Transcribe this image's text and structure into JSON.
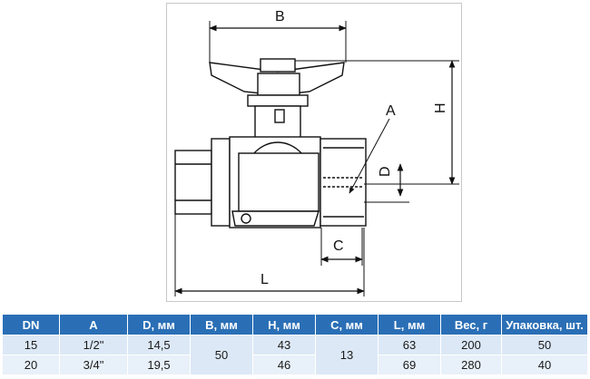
{
  "drawing": {
    "labels": {
      "b": "B",
      "h": "H",
      "a": "A",
      "d": "D",
      "c": "C",
      "l": "L"
    }
  },
  "table": {
    "headers": [
      "DN",
      "A",
      "D, мм",
      "B, мм",
      "H, мм",
      "C, мм",
      "L, мм",
      "Вес, г",
      "Упаковка, шт."
    ],
    "rows": [
      {
        "dn": "15",
        "a": "1/2\"",
        "d": "14,5",
        "h": "43",
        "l": "63",
        "weight": "200",
        "pack": "50"
      },
      {
        "dn": "20",
        "a": "3/4\"",
        "d": "19,5",
        "h": "46",
        "l": "69",
        "weight": "280",
        "pack": "40"
      }
    ],
    "merged": {
      "b": "50",
      "c": "13"
    },
    "colors": {
      "header": "#2a6fb6",
      "row": "#dce8f6"
    }
  }
}
